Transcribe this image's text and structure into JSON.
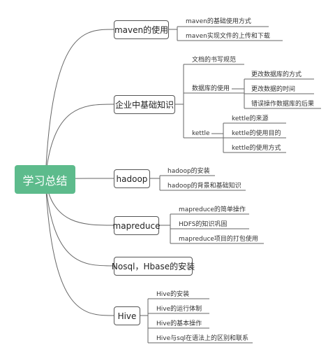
{
  "root": {
    "label": "学习总结"
  },
  "topics": [
    {
      "label": "maven的使用",
      "children": [
        {
          "label": "maven的基础使用方式"
        },
        {
          "label": "maven实现文件的上传和下载"
        }
      ]
    },
    {
      "label": "企业中基础知识",
      "children": [
        {
          "label": "文档的书写规范"
        },
        {
          "label": "数据库的使用",
          "children": [
            {
              "label": "更改数据库的方式"
            },
            {
              "label": "更改数据的时间"
            },
            {
              "label": "错误操作数据库的后果"
            }
          ]
        },
        {
          "label": "kettle",
          "children": [
            {
              "label": "kettle的来源"
            },
            {
              "label": "kettle的使用目的"
            },
            {
              "label": "kettle的使用方式"
            }
          ]
        }
      ]
    },
    {
      "label": "hadoop",
      "children": [
        {
          "label": "hadoop的安装"
        },
        {
          "label": "hadoop的背景和基础知识"
        }
      ]
    },
    {
      "label": "mapreduce",
      "children": [
        {
          "label": "mapreduce的简单操作"
        },
        {
          "label": "HDFS的知识巩固"
        },
        {
          "label": "mapreduce项目的打包使用"
        }
      ]
    },
    {
      "label": "Nosql，Hbase的安装",
      "children": []
    },
    {
      "label": "Hive",
      "children": [
        {
          "label": "Hive的安装"
        },
        {
          "label": "Hive的运行体制"
        },
        {
          "label": "Hive的基本操作"
        },
        {
          "label": "Hive与sql在语法上的区别和联系"
        }
      ]
    }
  ],
  "colors": {
    "root_fill": "#5dbb8c",
    "root_text": "#ffffff",
    "line": "#666666",
    "topic_border": "#555555"
  }
}
